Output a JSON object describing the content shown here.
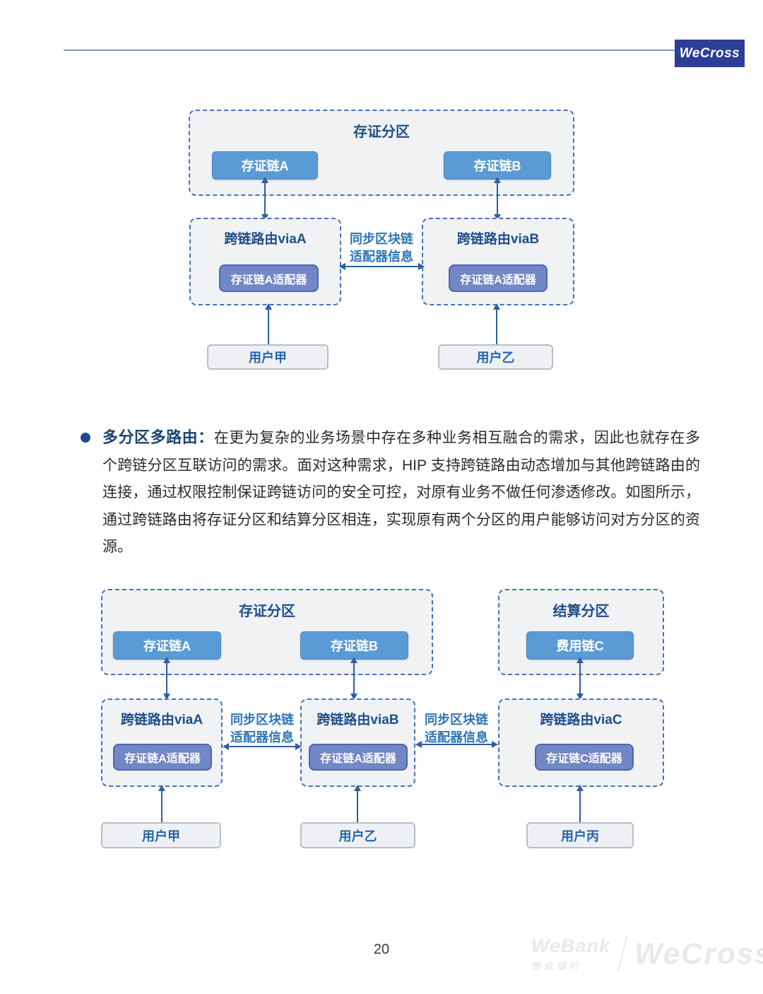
{
  "header": {
    "logo_text": "WeCross"
  },
  "diagram1": {
    "partition": {
      "title": "存证分区",
      "chains": [
        {
          "label": "存证链A"
        },
        {
          "label": "存证链B"
        }
      ]
    },
    "routers": [
      {
        "title": "跨链路由viaA",
        "adapter": "存证链A适配器"
      },
      {
        "title": "跨链路由viaB",
        "adapter": "存证链A适配器"
      }
    ],
    "sync": {
      "line1": "同步区块链",
      "line2": "适配器信息"
    },
    "users": [
      {
        "label": "用户甲"
      },
      {
        "label": "用户乙"
      }
    ]
  },
  "section": {
    "heading": "多分区多路由：",
    "body": "在更为复杂的业务场景中存在多种业务相互融合的需求，因此也就存在多个跨链分区互联访问的需求。面对这种需求，HIP 支持跨链路由动态增加与其他跨链路由的连接，通过权限控制保证跨链访问的安全可控，对原有业务不做任何渗透修改。如图所示，通过跨链路由将存证分区和结算分区相连，实现原有两个分区的用户能够访问对方分区的资源。"
  },
  "diagram2": {
    "partitions": [
      {
        "title": "存证分区",
        "chains": [
          {
            "label": "存证链A"
          },
          {
            "label": "存证链B"
          }
        ]
      },
      {
        "title": "结算分区",
        "chains": [
          {
            "label": "费用链C"
          }
        ]
      }
    ],
    "routers": [
      {
        "title": "跨链路由viaA",
        "adapter": "存证链A适配器"
      },
      {
        "title": "跨链路由viaB",
        "adapter": "存证链A适配器"
      },
      {
        "title": "跨链路由viaC",
        "adapter": "存证链C适配器"
      }
    ],
    "syncs": [
      {
        "line1": "同步区块链",
        "line2": "适配器信息"
      },
      {
        "line1": "同步区块链",
        "line2": "适配器信息"
      }
    ],
    "users": [
      {
        "label": "用户甲"
      },
      {
        "label": "用户乙"
      },
      {
        "label": "用户丙"
      }
    ]
  },
  "footer": {
    "page_number": "20",
    "watermark_webank": "WeBank",
    "watermark_webank_cn": "微众银行",
    "watermark_wecross": "WeCross"
  },
  "colors": {
    "accent_blue": "#5b9bd5",
    "adapter_blue": "#7287c5",
    "dashed_border": "#4472c4",
    "title_navy": "#1f4e8c",
    "arrow_blue": "#2e5f9e",
    "logo_navy": "#2c3e97"
  }
}
